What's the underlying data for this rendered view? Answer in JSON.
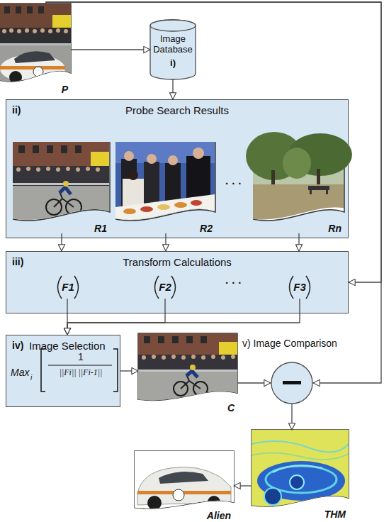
{
  "diagram": {
    "nodes": [
      {
        "text": [
          "P"
        ]
      },
      {
        "text": [
          "Image Database",
          "i)"
        ]
      },
      {
        "text": [
          "ii)",
          "Probe Search Results"
        ]
      },
      {
        "text": [
          "R1"
        ],
        "in": 2
      },
      {
        "text": [
          "R2"
        ],
        "in": 2
      },
      {
        "text": [
          "Rn"
        ],
        "in": 2
      },
      {
        "text": [
          "iii)",
          "Transform Calculations"
        ]
      },
      {
        "text": [
          "F1"
        ],
        "in": 6
      },
      {
        "text": [
          "F2"
        ],
        "in": 6
      },
      {
        "text": [
          "F3"
        ],
        "in": 6
      },
      {
        "text": [
          "iv)",
          "Image Selection",
          "Max",
          "i",
          "1",
          "||Fi|| ||Fi-1||"
        ]
      },
      {
        "text": [
          "C"
        ]
      },
      {
        "text": [
          "v) Image Comparison"
        ]
      },
      {
        "text": [
          "THM"
        ]
      },
      {
        "text": [
          "Alien"
        ]
      }
    ],
    "edges": [
      {
        "from": 0,
        "to": 1,
        "arrow": "to"
      },
      {
        "from": 1,
        "to": 2,
        "arrow": "to"
      },
      {
        "from": 3,
        "to": 6,
        "arrow": "to"
      },
      {
        "from": 4,
        "to": 6,
        "arrow": "to"
      },
      {
        "from": 5,
        "to": 6,
        "arrow": "to"
      },
      {
        "from": 0,
        "to": 6,
        "arrow": "to"
      },
      {
        "from": 7,
        "to": 10,
        "arrow": "to"
      },
      {
        "from": 8,
        "to": 10,
        "arrow": "to"
      },
      {
        "from": 9,
        "to": 10,
        "arrow": "to"
      },
      {
        "from": 10,
        "to": 11,
        "arrow": "to"
      },
      {
        "from": 11,
        "to": 12,
        "arrow": "to"
      },
      {
        "from": 0,
        "to": 12,
        "arrow": "to"
      },
      {
        "from": 12,
        "to": 13,
        "arrow": "to"
      },
      {
        "from": 13,
        "to": 14,
        "arrow": "to"
      }
    ],
    "labels": [
      "· · ·",
      "· · ·"
    ]
  }
}
